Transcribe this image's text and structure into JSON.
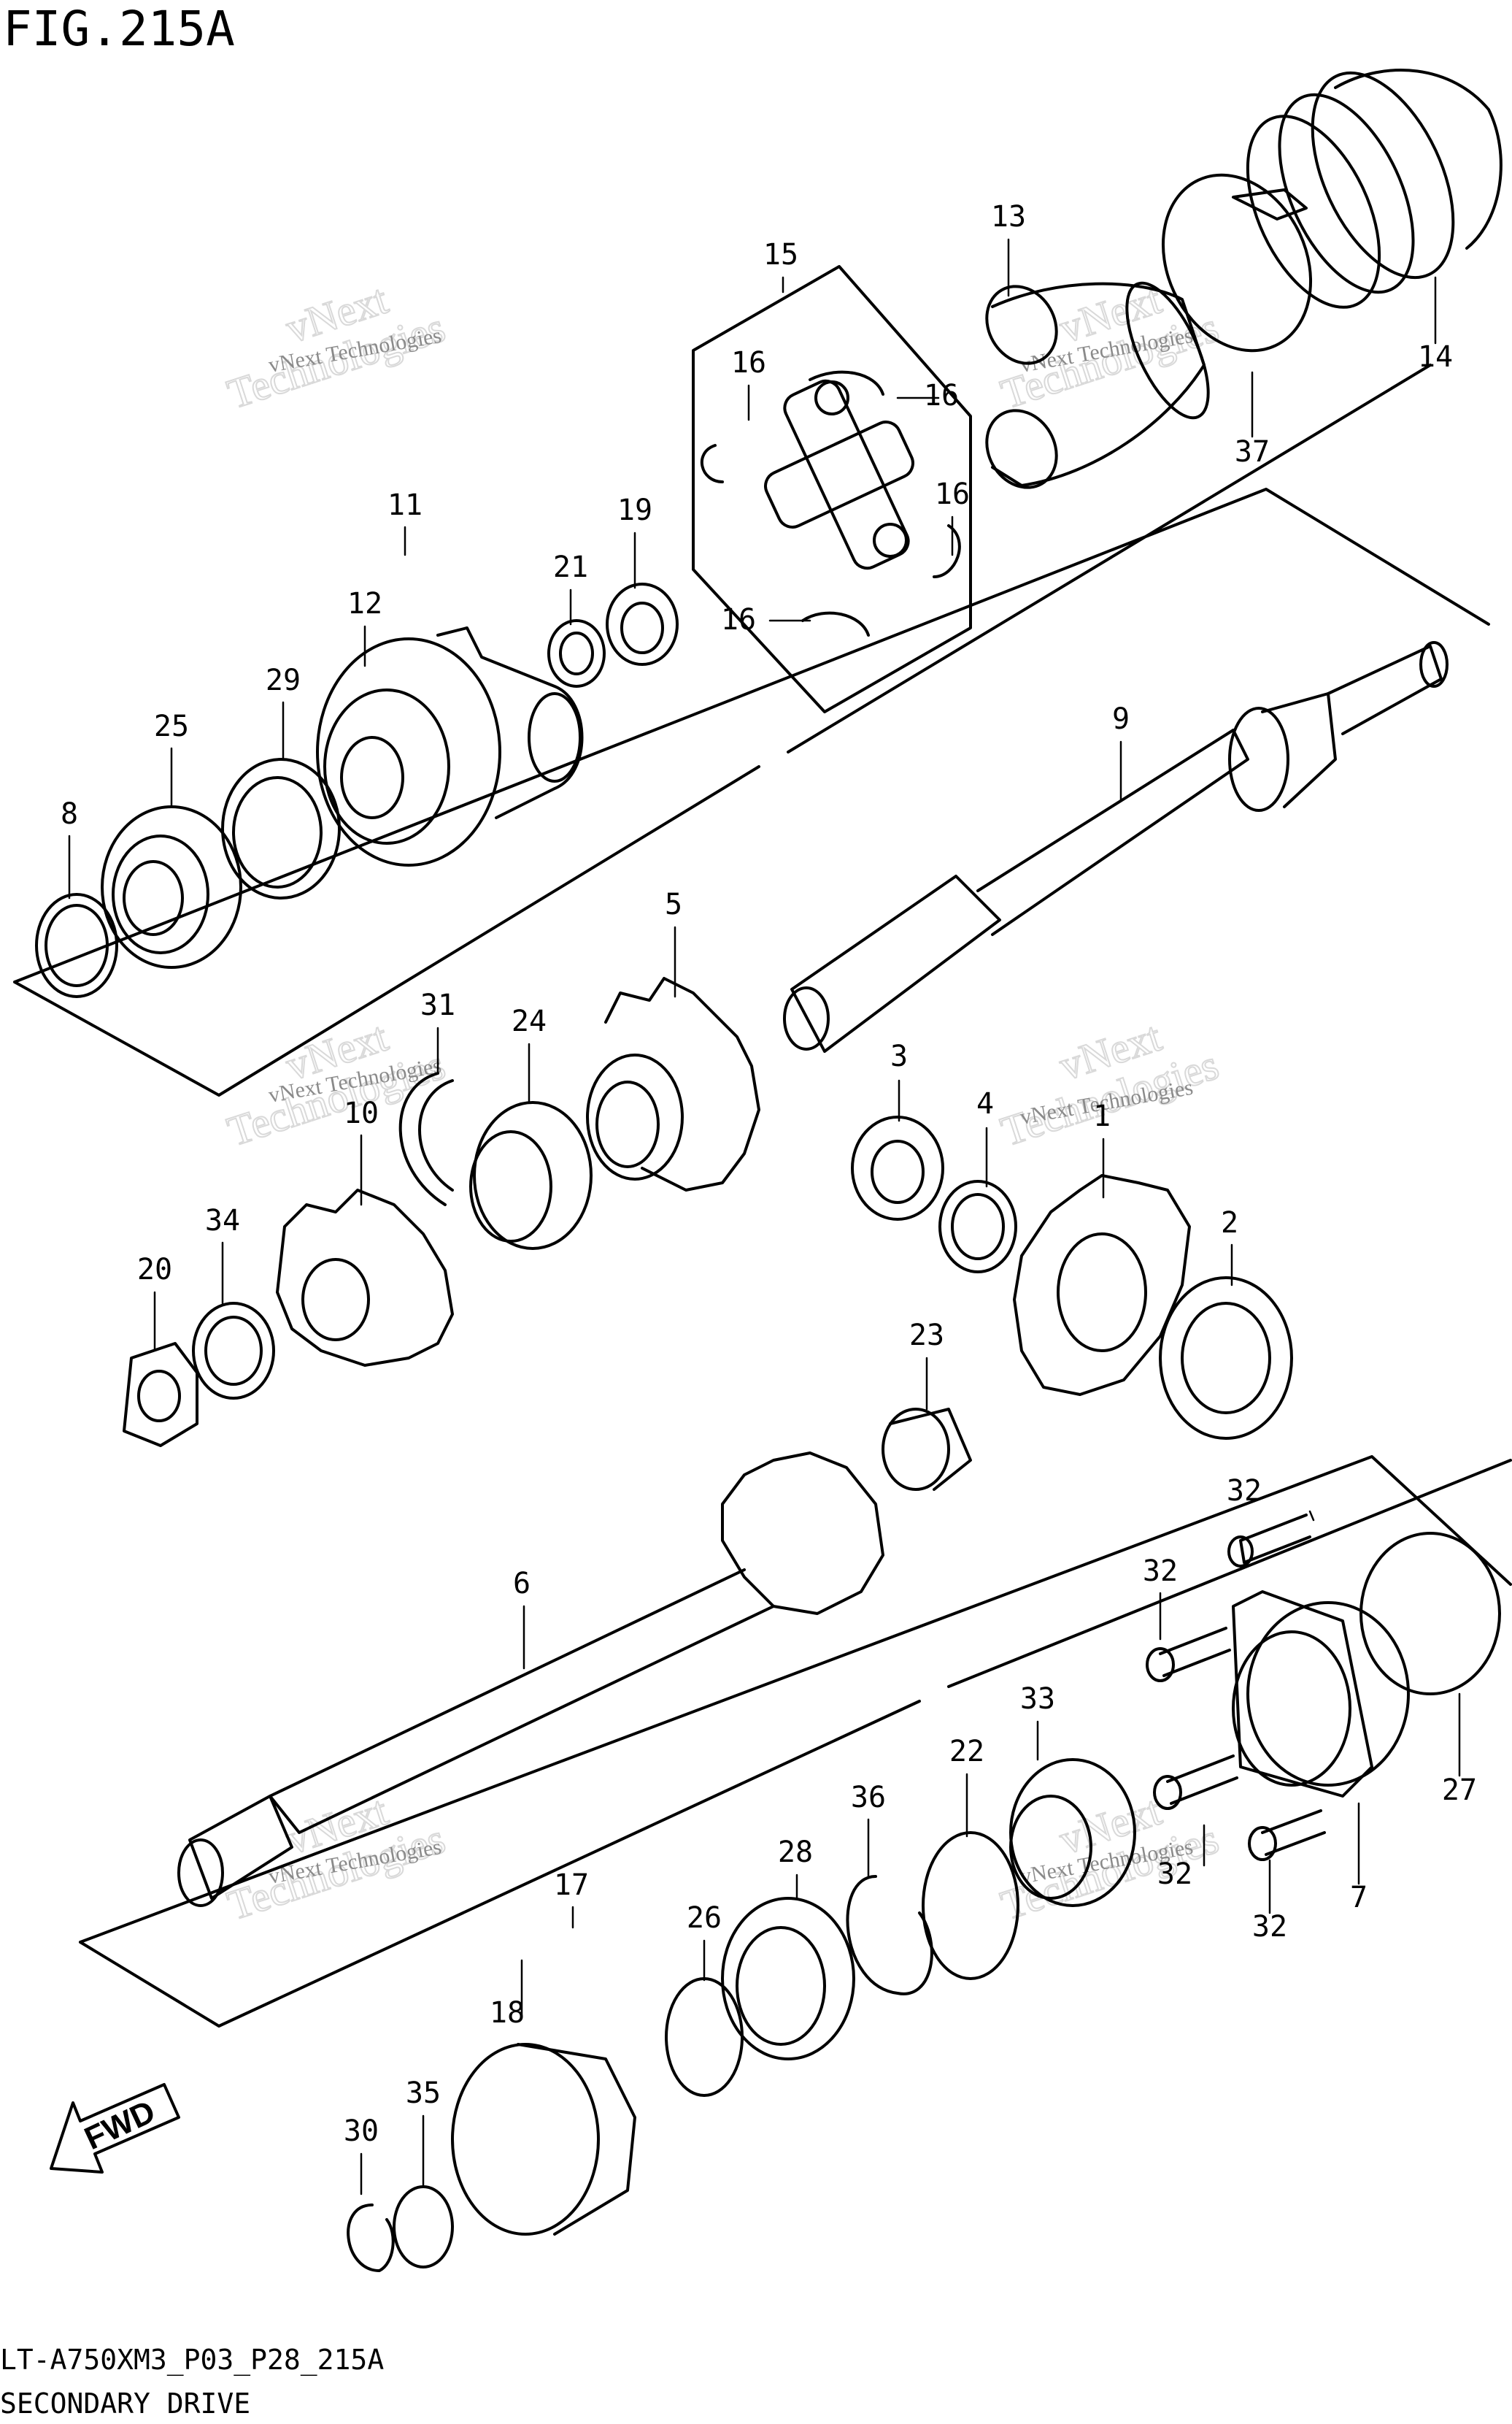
{
  "figure_title": "FIG.215A",
  "footer": {
    "model_code": "LT-A750XM3_P03_P28_215A",
    "section_name": "SECONDARY DRIVE"
  },
  "direction_label": "FWD",
  "watermark": {
    "small": "vNext Technologies",
    "large_1": "vNext",
    "large_2": "Technologies"
  },
  "callouts": [
    "1",
    "2",
    "3",
    "4",
    "5",
    "6",
    "7",
    "8",
    "9",
    "10",
    "11",
    "12",
    "13",
    "14",
    "15",
    "16",
    "16",
    "16",
    "16",
    "17",
    "18",
    "19",
    "20",
    "21",
    "22",
    "23",
    "24",
    "25",
    "26",
    "27",
    "28",
    "29",
    "30",
    "31",
    "32",
    "32",
    "32",
    "32",
    "33",
    "34",
    "35",
    "36",
    "37"
  ]
}
